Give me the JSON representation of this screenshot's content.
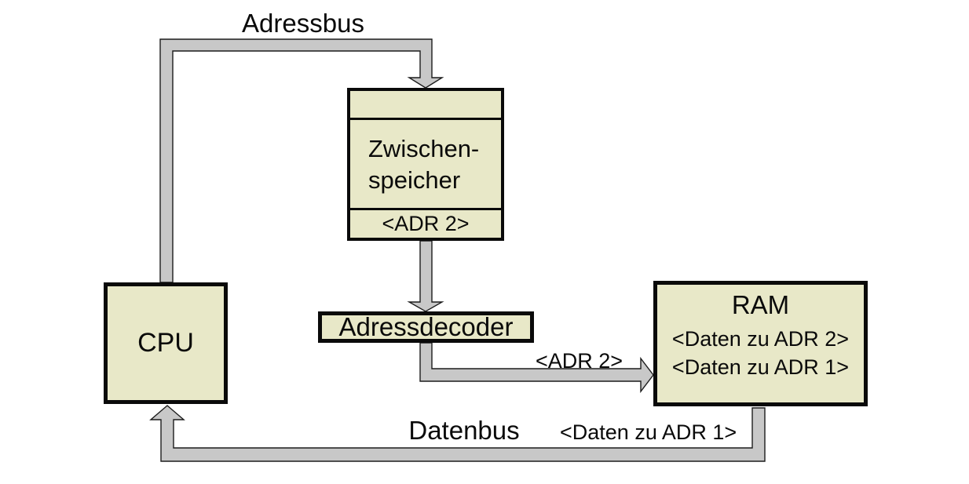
{
  "colors": {
    "background": "#ffffff",
    "box_fill": "#e8e8c8",
    "box_border": "#0a0a0a",
    "bus_fill": "#c8c8c8",
    "bus_outline": "#1c1c1c",
    "text": "#0a0a0a"
  },
  "bus_labels": {
    "adressbus": "Adressbus",
    "datenbus": "Datenbus",
    "adr2": "<ADR 2>",
    "daten_zu_adr1": "<Daten zu ADR 1>"
  },
  "nodes": {
    "cpu": {
      "label": "CPU"
    },
    "zwischenspeicher": {
      "name_line1": "Zwischen-",
      "name_line2": "speicher",
      "address_slot": "<ADR 2>"
    },
    "adressdecoder": {
      "label": "Adressdecoder"
    },
    "ram": {
      "title": "RAM",
      "cells": [
        "<Daten zu ADR 2>",
        "<Daten zu ADR 1>"
      ]
    }
  }
}
